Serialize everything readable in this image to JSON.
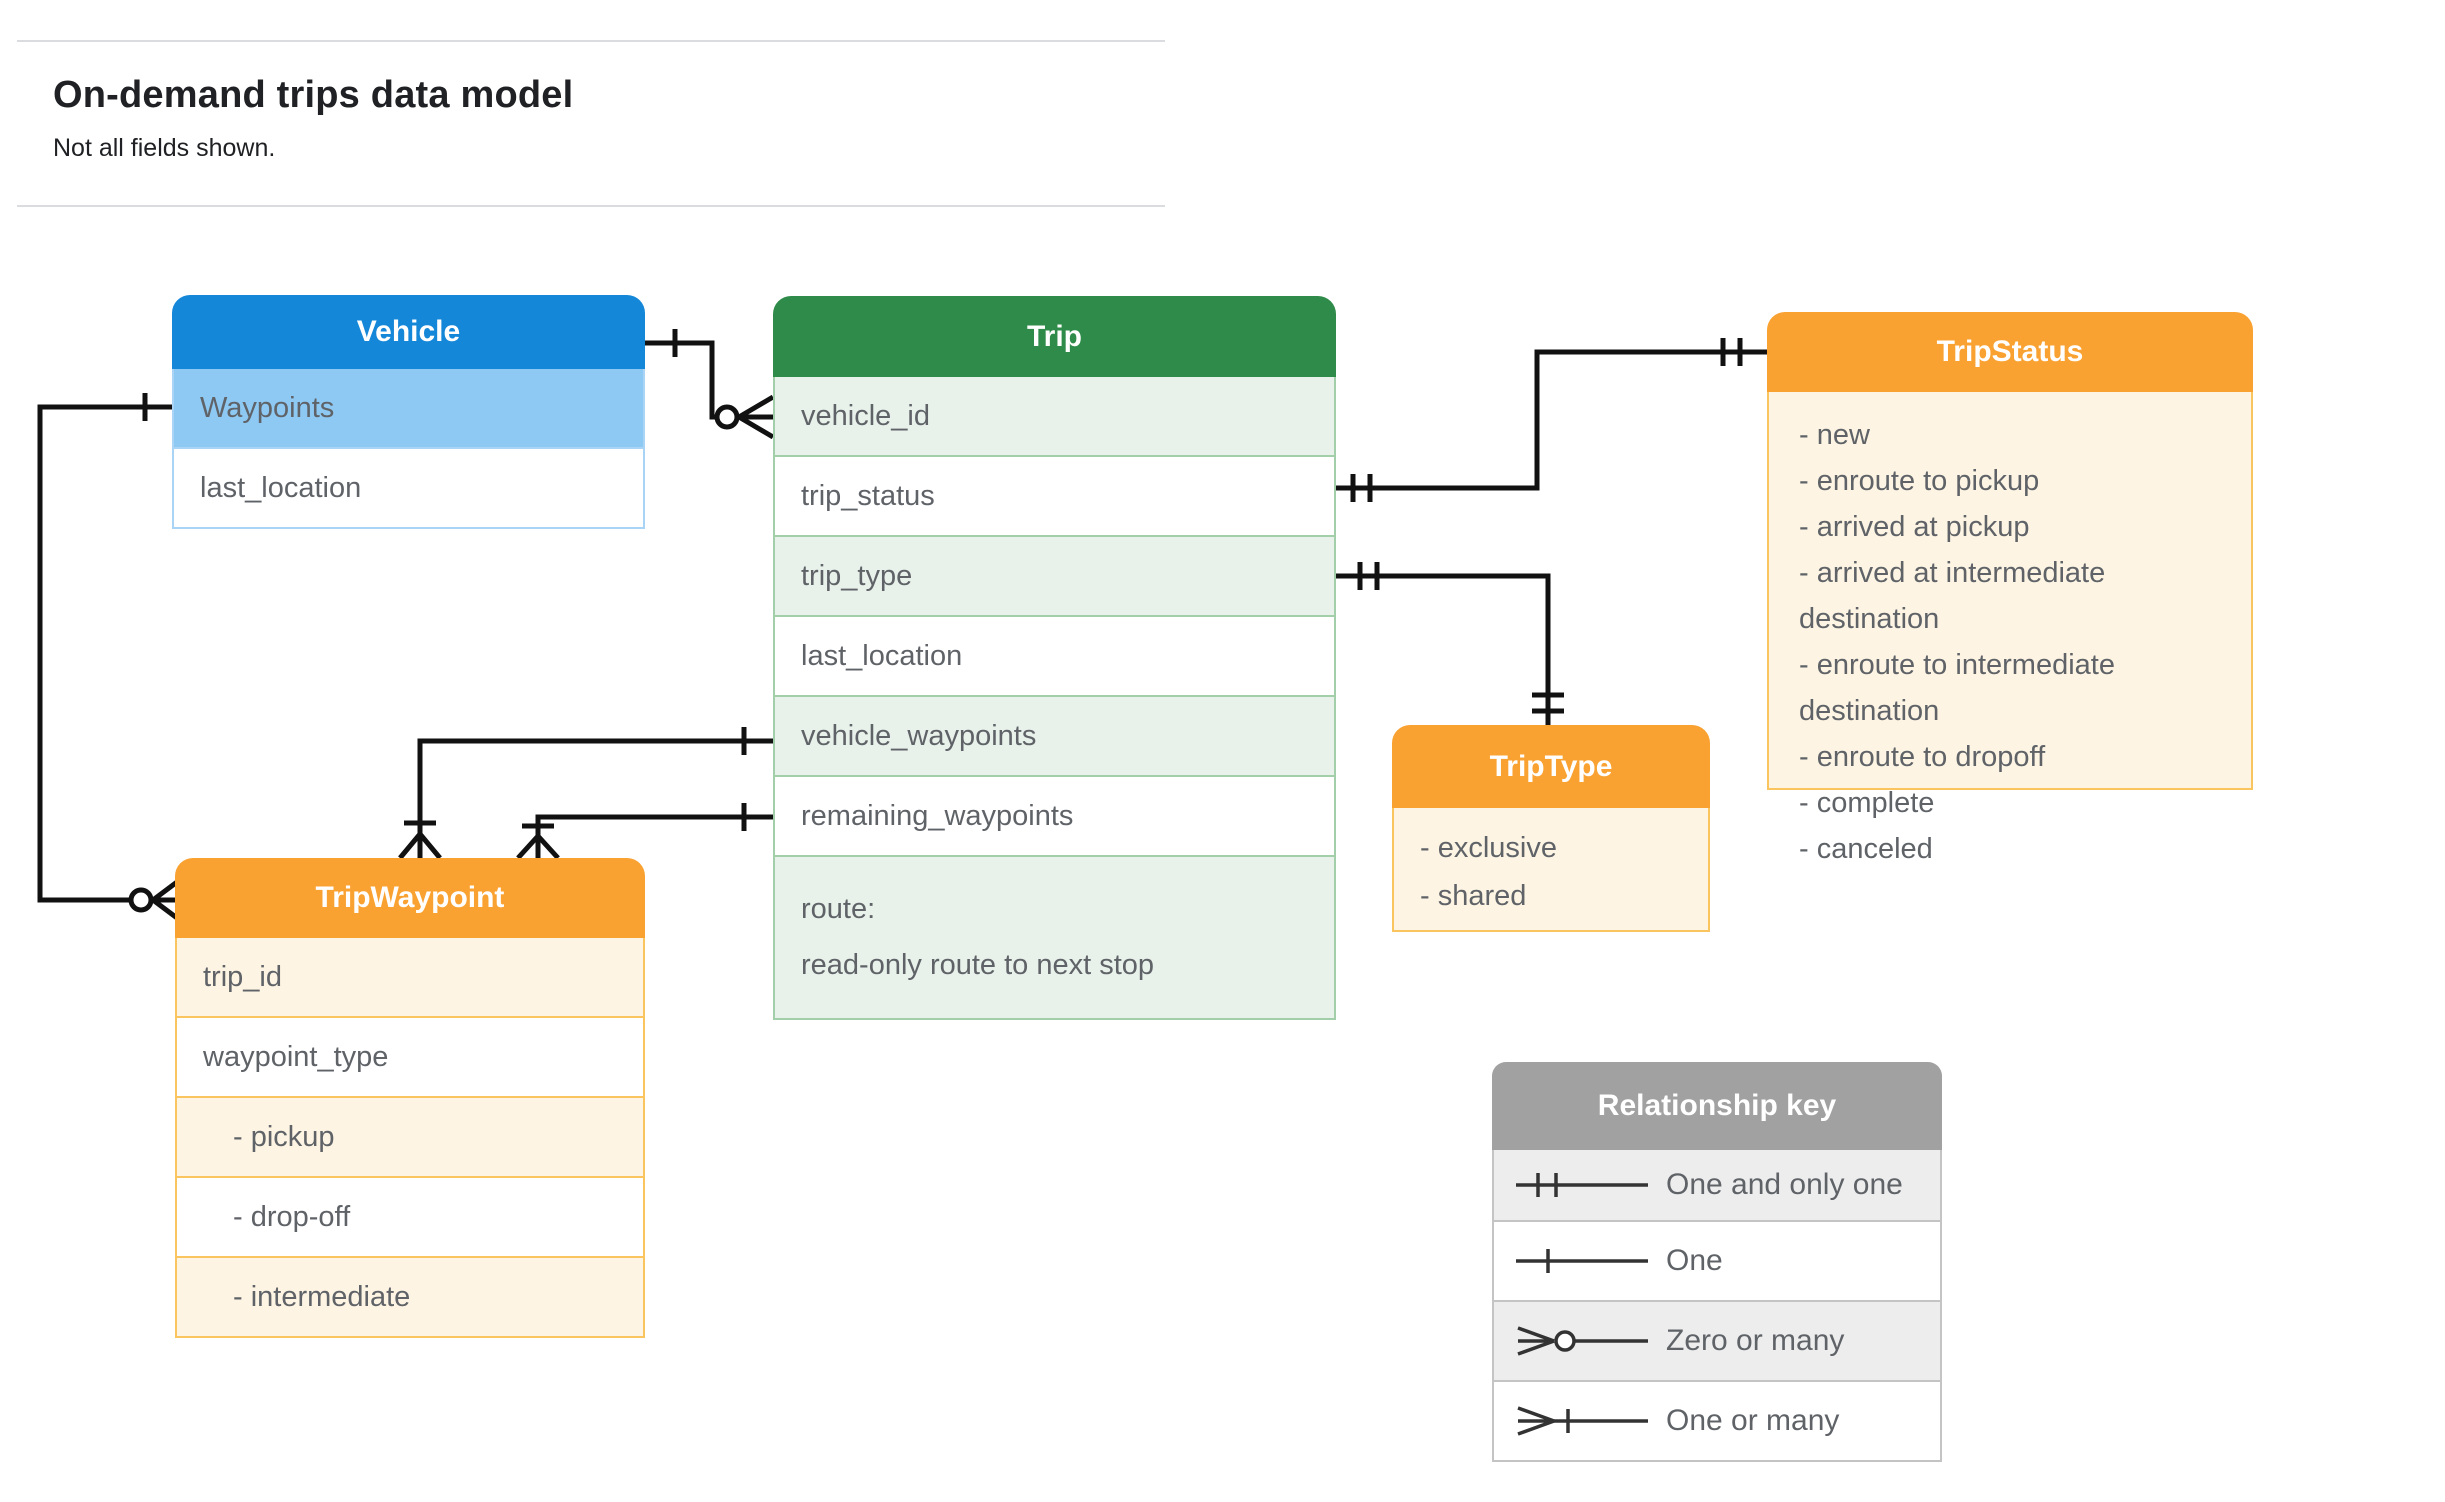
{
  "page": {
    "title": "On-demand trips data model",
    "subtitle": "Not all fields shown."
  },
  "entities": {
    "vehicle": {
      "title": "Vehicle",
      "fields": [
        {
          "label": "Waypoints"
        },
        {
          "label": "last_location"
        }
      ]
    },
    "trip": {
      "title": "Trip",
      "fields": [
        {
          "label": "vehicle_id"
        },
        {
          "label": "trip_status"
        },
        {
          "label": "trip_type"
        },
        {
          "label": "last_location"
        },
        {
          "label": "vehicle_waypoints"
        },
        {
          "label": "remaining_waypoints"
        },
        {
          "label": "route:",
          "label2": "read-only route to next stop"
        }
      ]
    },
    "trip_status": {
      "title": "TripStatus",
      "values": [
        "- new",
        "- enroute to pickup",
        "- arrived at pickup",
        "- arrived at intermediate destination",
        "- enroute to intermediate destination",
        "- enroute to dropoff",
        "- complete",
        "- canceled"
      ]
    },
    "trip_type": {
      "title": "TripType",
      "values": [
        "- exclusive",
        "- shared"
      ]
    },
    "trip_waypoint": {
      "title": "TripWaypoint",
      "fields": [
        {
          "label": "trip_id"
        },
        {
          "label": "waypoint_type"
        },
        {
          "label": "- pickup"
        },
        {
          "label": "- drop-off"
        },
        {
          "label": "- intermediate"
        }
      ]
    }
  },
  "legend": {
    "title": "Relationship key",
    "rows": [
      {
        "symbol": "one-and-only-one",
        "label": "One and only one"
      },
      {
        "symbol": "one",
        "label": "One"
      },
      {
        "symbol": "zero-or-many",
        "label": "Zero or many"
      },
      {
        "symbol": "one-or-many",
        "label": "One or many"
      }
    ]
  },
  "colors": {
    "vehicle_header": "#1587d8",
    "vehicle_highlight_row": "#8ec9f3",
    "trip_header": "#2f8b49",
    "trip_tint_row": "#e8f2ea",
    "orange_header": "#f9a232",
    "orange_tint_row": "#fdf4e3",
    "key_header": "#a1a1a1",
    "key_tint_row": "#ededed",
    "field_text": "#5f6368",
    "connector": "#111111"
  }
}
